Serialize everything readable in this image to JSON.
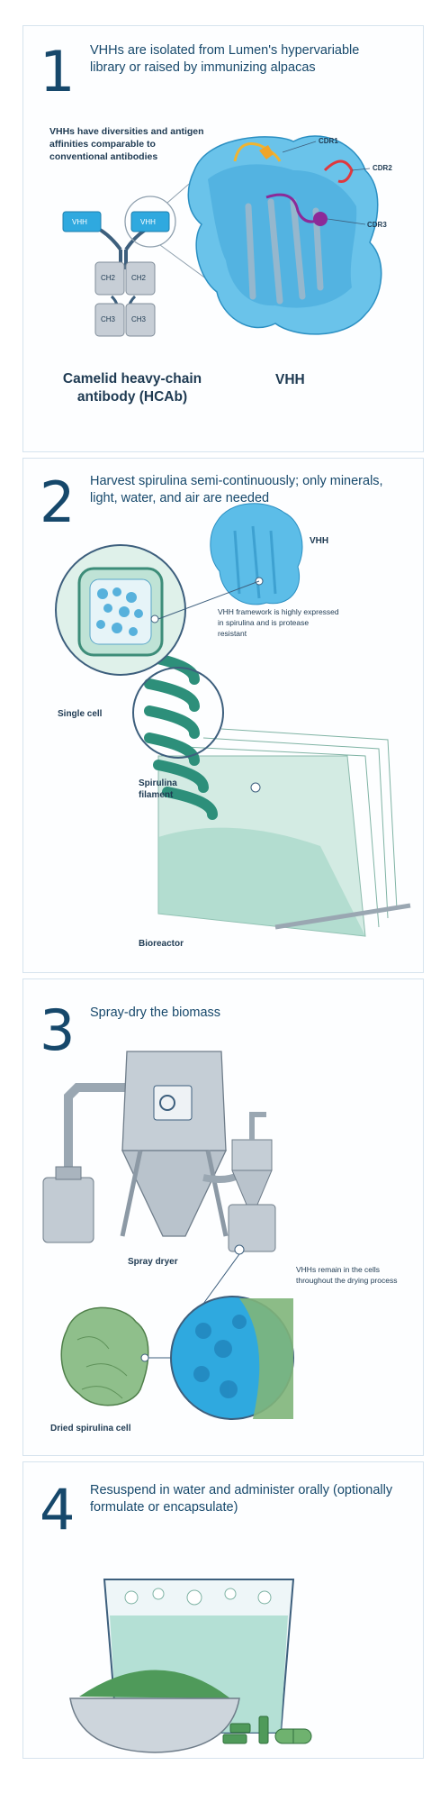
{
  "step1": {
    "number": "1",
    "heading": "VHHs are isolated from Lumen's hypervariable library or raised by immunizing alpacas",
    "note": "VHHs have diversities and antigen affinities comparable to conventional antibodies",
    "domains": {
      "vhh_left": "VHH",
      "vhh_right": "VHH",
      "ch2_left": "CH2",
      "ch2_right": "CH2",
      "ch3_left": "CH3",
      "ch3_right": "CH3"
    },
    "cdr1": "CDR1",
    "cdr2": "CDR2",
    "cdr3": "CDR3",
    "hcab_label": "Camelid heavy-chain antibody (HCAb)",
    "vhh_label": "VHH"
  },
  "step2": {
    "number": "2",
    "heading": "Harvest spirulina semi-continuously; only minerals, light, water, and air are needed",
    "vhh_label": "VHH",
    "vhh_note": "VHH framework is highly expressed in spirulina and is protease resistant",
    "single_cell": "Single cell",
    "filament": "Spirulina filament",
    "bioreactor": "Bioreactor"
  },
  "step3": {
    "number": "3",
    "heading": "Spray-dry the biomass",
    "spray_dryer": "Spray dryer",
    "remain_note": "VHHs remain in the cells throughout the drying process",
    "dried_cell": "Dried spirulina cell"
  },
  "step4": {
    "number": "4",
    "heading": "Resuspend in water and administer orally (optionally formulate or encapsulate)"
  },
  "colors": {
    "navy": "#16486b",
    "vhh_blue": "#2fa9df",
    "green": "#4e9e84",
    "grey": "#b7c2cc",
    "border": "#d6e3ee"
  }
}
